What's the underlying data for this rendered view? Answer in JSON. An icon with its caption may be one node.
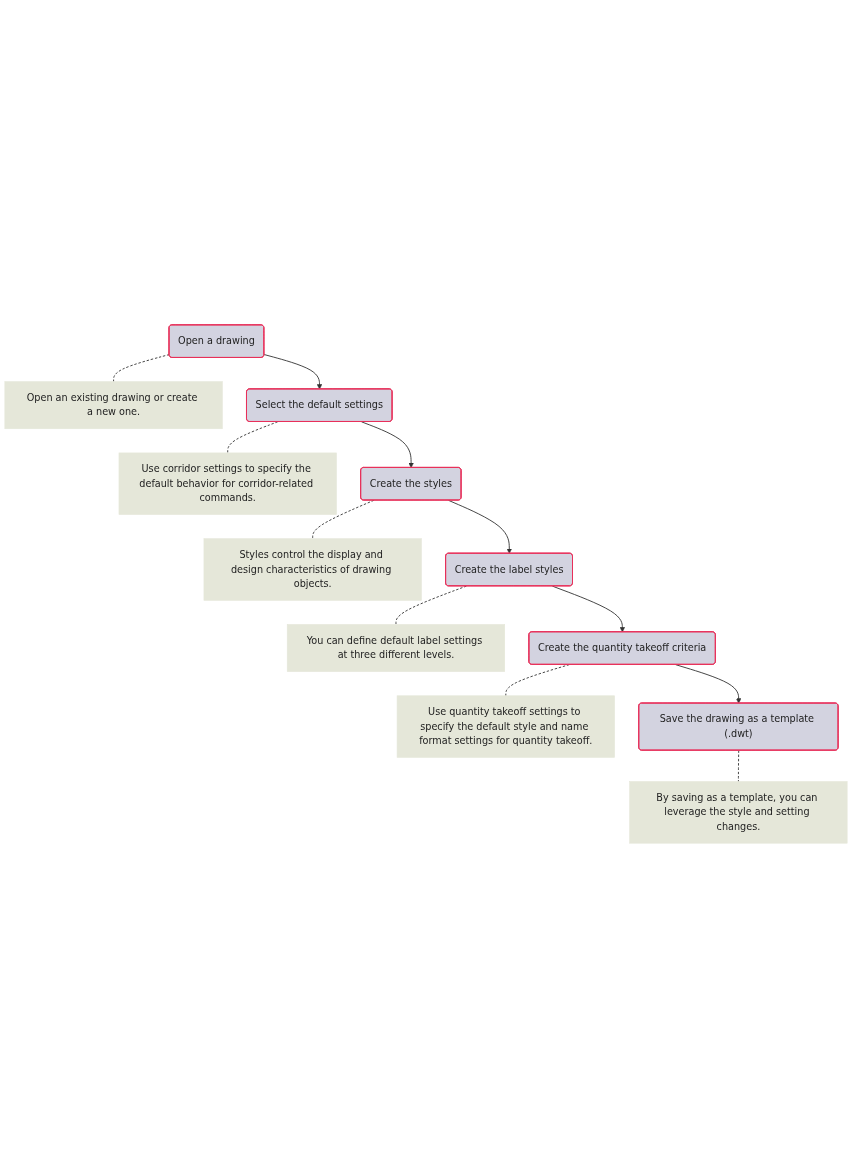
{
  "diagram": {
    "nodes": [
      {
        "text": [
          "Open a drawing"
        ]
      },
      {
        "text": [
          "Open an existing drawing or create a new one."
        ]
      },
      {
        "text": [
          "Select the default settings"
        ]
      },
      {
        "text": [
          "Use corridor settings to specify the default behavior for corridor-related commands."
        ]
      },
      {
        "text": [
          "Create the styles"
        ]
      },
      {
        "text": [
          "Styles control the display and design characteristics of drawing objects."
        ]
      },
      {
        "text": [
          "Create the label styles"
        ]
      },
      {
        "text": [
          "You can define default label settings at three different levels."
        ]
      },
      {
        "text": [
          "Create the quantity takeoff criteria"
        ]
      },
      {
        "text": [
          "Use quantity takeoff settings to specify the default style and name format settings for quantity takeoff."
        ]
      },
      {
        "text": [
          "Save the drawing as a template (.dwt)"
        ]
      },
      {
        "text": [
          "By saving as a template, you can leverage the style and setting changes."
        ]
      }
    ],
    "edges": [
      {
        "from": 0,
        "to": 1,
        "arrow": "none",
        "style": "dashed"
      },
      {
        "from": 0,
        "to": 2,
        "arrow": "to"
      },
      {
        "from": 2,
        "to": 3,
        "arrow": "none",
        "style": "dashed"
      },
      {
        "from": 2,
        "to": 4,
        "arrow": "to"
      },
      {
        "from": 4,
        "to": 5,
        "arrow": "none",
        "style": "dashed"
      },
      {
        "from": 4,
        "to": 6,
        "arrow": "to"
      },
      {
        "from": 6,
        "to": 7,
        "arrow": "none",
        "style": "dashed"
      },
      {
        "from": 6,
        "to": 8,
        "arrow": "to"
      },
      {
        "from": 8,
        "to": 9,
        "arrow": "none",
        "style": "dashed"
      },
      {
        "from": 8,
        "to": 10,
        "arrow": "to"
      },
      {
        "from": 10,
        "to": 11,
        "arrow": "none",
        "style": "dashed"
      }
    ]
  }
}
